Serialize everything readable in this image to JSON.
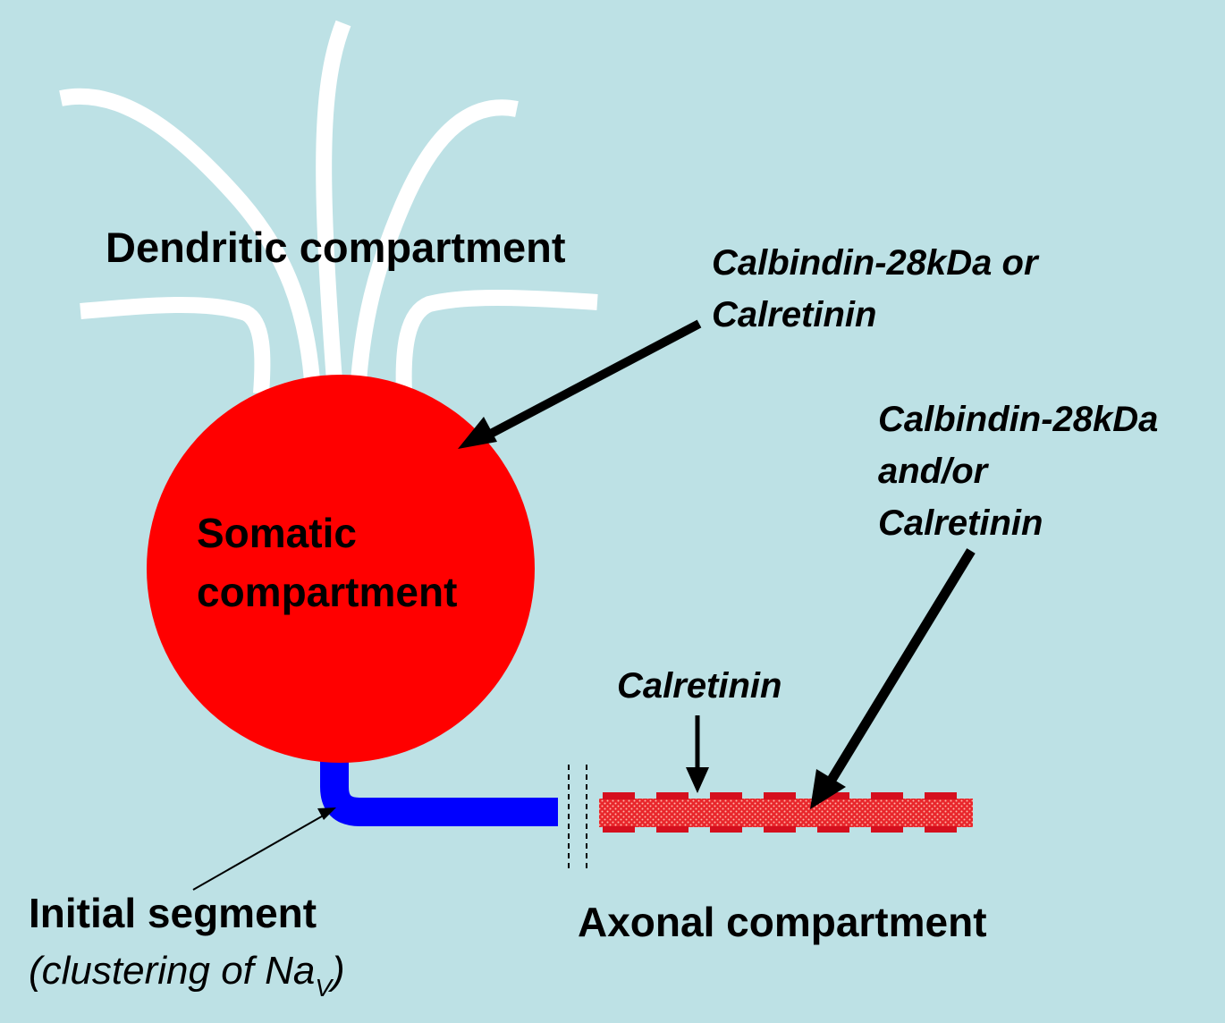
{
  "labels": {
    "dendritic": "Dendritic compartment",
    "somatic_line1": "Somatic",
    "somatic_line2": "compartment",
    "soma_marker_line1": "Calbindin-28kDa or",
    "soma_marker_line2": "Calretinin",
    "axon_marker_line1": "Calbindin-28kDa",
    "axon_marker_line2": "and/or",
    "axon_marker_line3": "Calretinin",
    "calretinin": "Calretinin",
    "initial_segment": "Initial segment",
    "clustering_prefix": "(clustering of Na",
    "clustering_sub": "V",
    "clustering_suffix": ")",
    "axonal": "Axonal compartment"
  },
  "colors": {
    "background": "#bde1e5",
    "soma": "#ff0000",
    "initial_segment": "#0000ff",
    "axon": "#e8262b",
    "axon_dots": "#ffb5a8",
    "dendrites": "#ffffff",
    "arrows": "#000000",
    "text": "#000000"
  }
}
